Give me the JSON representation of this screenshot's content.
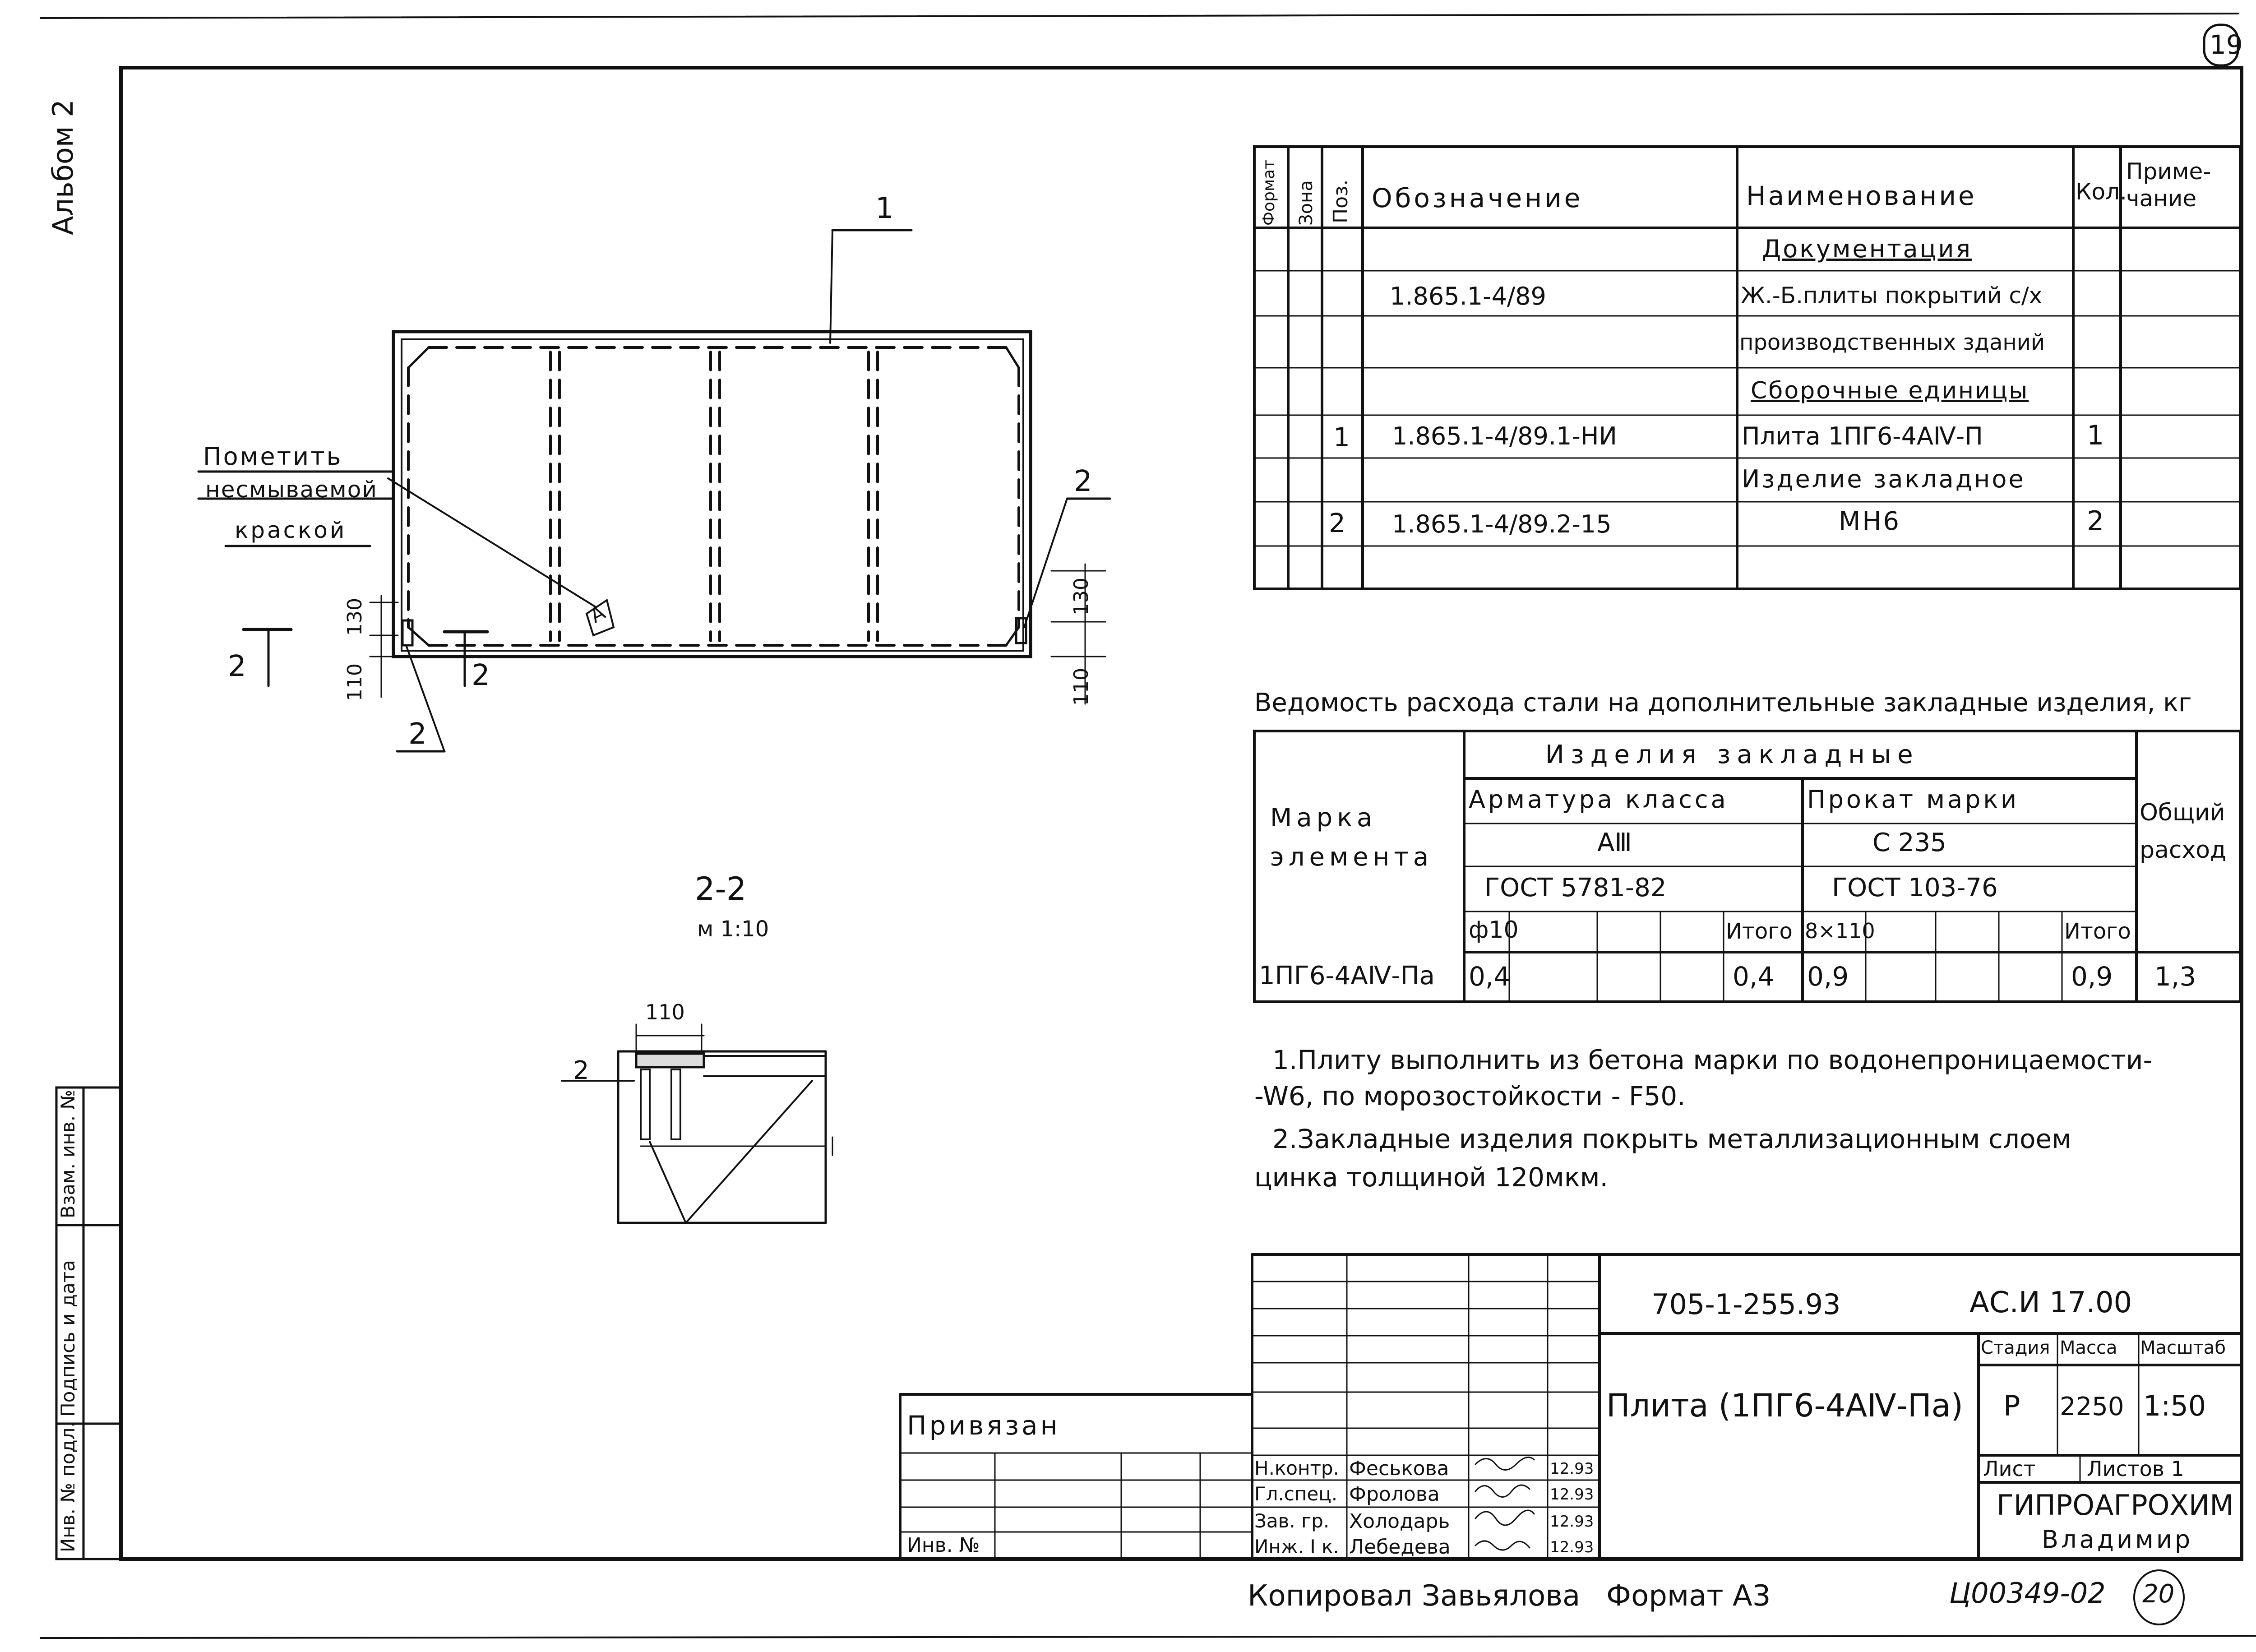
{
  "sheet": {
    "album": "Альбом 2",
    "sheet_number_top": "19",
    "sheet_number_bottom": "20",
    "copied_by": "Копировал Завьялова",
    "format": "Формат А3",
    "archive_code": "Ц00349-02"
  },
  "plan": {
    "leader_1": "1",
    "leader_2_right": "2",
    "leader_2_bottom": "2",
    "mark_note_lines": [
      "Пометить",
      "несмываемой",
      "краской"
    ],
    "mark_letter": "А",
    "section_mark_left": "2",
    "section_mark_right": "2",
    "dim_left_130": "130",
    "dim_left_110": "110",
    "dim_right_130": "130",
    "dim_right_110": "110"
  },
  "section": {
    "title": "2-2",
    "scale": "м 1:10",
    "dim_110": "110",
    "leader_2": "2"
  },
  "spec": {
    "headers": {
      "format": "Формат",
      "zone": "Зона",
      "pos": "Поз.",
      "designation": "Обозначение",
      "name": "Наименование",
      "qty": "Кол.",
      "note": "Приме-чание"
    },
    "rows": [
      {
        "pos": "",
        "designation": "",
        "name": "Документация",
        "qty": "",
        "underline": true
      },
      {
        "pos": "",
        "designation": "1.865.1-4/89",
        "name": "Ж.-Б.плиты покрытий с/х",
        "qty": ""
      },
      {
        "pos": "",
        "designation": "",
        "name": "производственных зданий",
        "qty": ""
      },
      {
        "pos": "",
        "designation": "",
        "name": "Сборочные единицы",
        "qty": "",
        "underline": true
      },
      {
        "pos": "1",
        "designation": "1.865.1-4/89.1-НИ",
        "name": "Плита 1ПГ6-4АⅣ-П",
        "qty": "1"
      },
      {
        "pos": "",
        "designation": "",
        "name": "Изделие закладное",
        "qty": ""
      },
      {
        "pos": "2",
        "designation": "1.865.1-4/89.2-15",
        "name": "МН6",
        "qty": "2"
      },
      {
        "pos": "",
        "designation": "",
        "name": "",
        "qty": ""
      }
    ]
  },
  "steel": {
    "title": "Ведомость расхода стали на дополнительные закладные изделия, кг",
    "mark_header": "Марка элемента",
    "group_header": "Изделия закладные",
    "rebar_header": "Арматура класса",
    "rebar_class": "АⅢ",
    "rebar_gost": "ГОСТ 5781-82",
    "rolled_header": "Прокат марки",
    "rolled_grade": "С 235",
    "rolled_gost": "ГОСТ 103-76",
    "total_header": "Общий расход",
    "col_phi10": "ф10",
    "col_itogo1": "Итого",
    "col_8x110": "8×110",
    "col_itogo2": "Итого",
    "row": {
      "mark": "1ПГ6-4АⅣ-Па",
      "phi10": "0,4",
      "itogo1": "0,4",
      "s8x110": "0,9",
      "itogo2": "0,9",
      "total": "1,3"
    }
  },
  "notes": [
    "1.Плиту выполнить из бетона марки по водонепроницаемости-",
    "-W6, по морозостойкости - F50.",
    "2.Закладные изделия покрыть металлизационным слоем",
    "цинка толщиной 120мкм."
  ],
  "stamp": {
    "project_code": "705-1-255.93",
    "doc_code": "АС.И 17.00",
    "title": "Плита (1ПГ6-4АⅣ-Па)",
    "stage_label": "Стадия",
    "mass_label": "Масса",
    "scale_label": "Масштаб",
    "stage": "Р",
    "mass": "2250",
    "scale": "1:50",
    "sheet_label": "Лист",
    "sheets_label": "Листов 1",
    "org_line1": "ГИПРОАГРОХИМ",
    "org_line2": "Владимир",
    "privyazan": "Привязан",
    "inv_no": "Инв. №",
    "signers": [
      {
        "role": "Н.контр.",
        "name": "Феськова",
        "date": "12.93"
      },
      {
        "role": "Гл.спец.",
        "name": "Фролова",
        "date": "12.93"
      },
      {
        "role": "Зав. гр.",
        "name": "Холодарь",
        "date": "12.93"
      },
      {
        "role": "Инж. I к.",
        "name": "Лебедева",
        "date": "12.93"
      }
    ]
  },
  "side_stamp": {
    "inv_podl": "Инв. № подл.",
    "sign_date": "Подпись и дата",
    "vzam_inv": "Взам. инв. №"
  }
}
